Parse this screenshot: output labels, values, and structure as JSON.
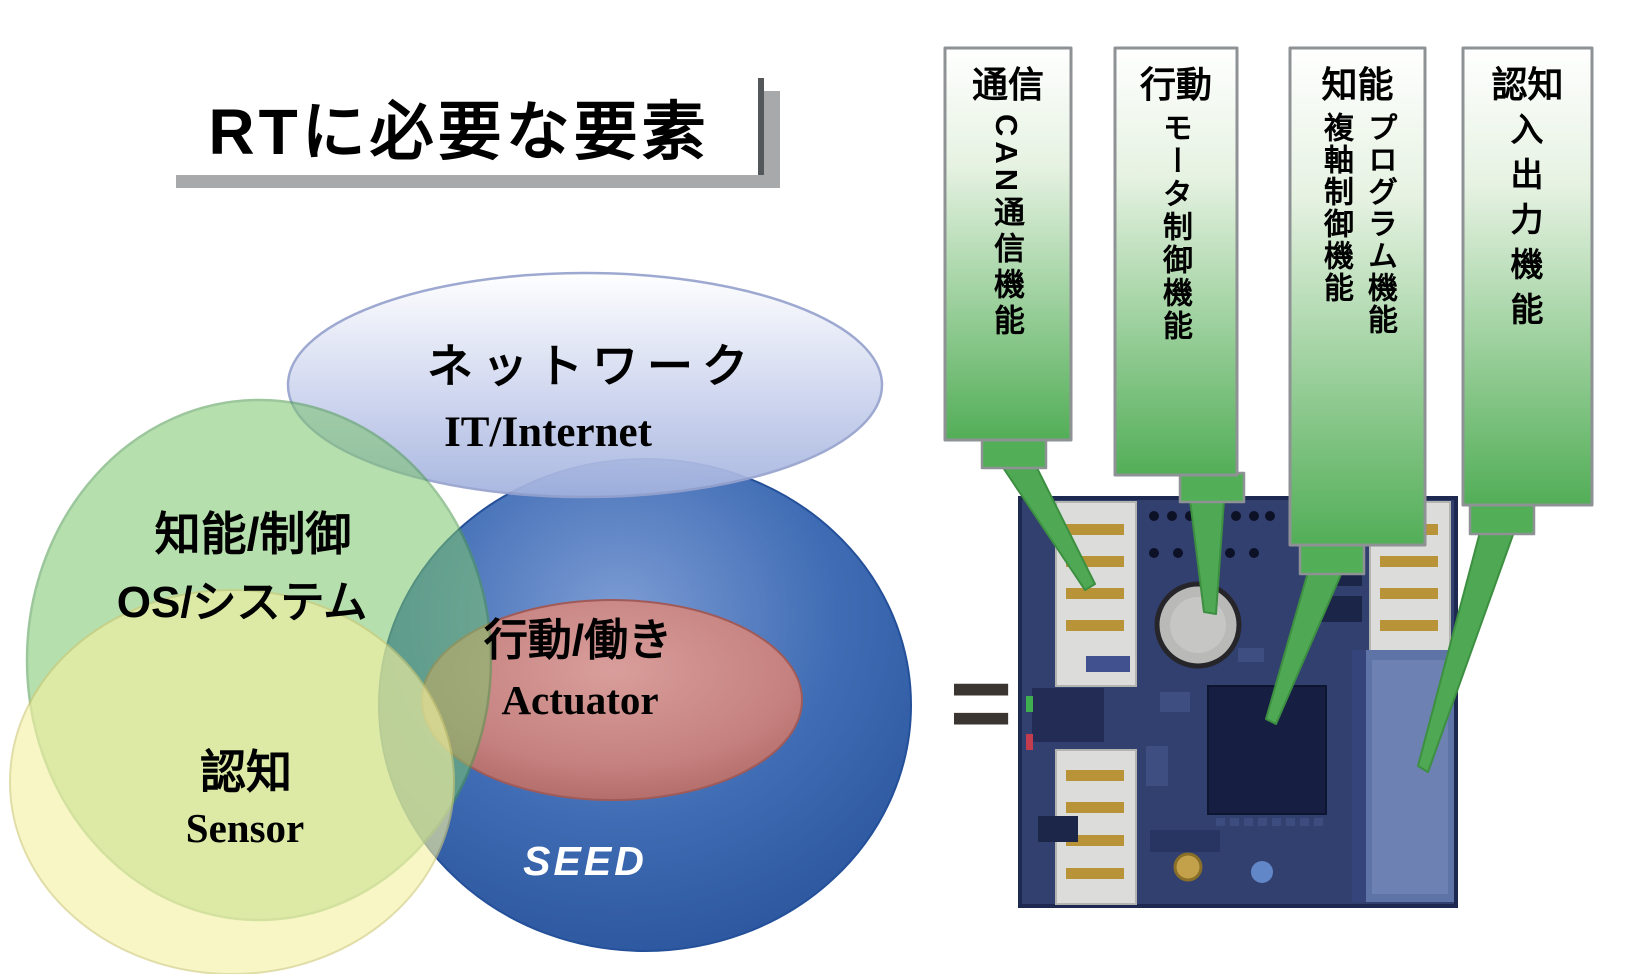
{
  "title": "RTに必要な要素",
  "venn": {
    "circles": [
      {
        "id": "network",
        "label": "ネットワーク",
        "sublabel": "IT/Internet",
        "color": "#aab9e4"
      },
      {
        "id": "intelligence",
        "label": "知能/制御",
        "sublabel": "OS/システム",
        "color": "#7cc56c"
      },
      {
        "id": "recognition",
        "label": "認知",
        "sublabel": "Sensor",
        "color": "#f6f2a2"
      },
      {
        "id": "action",
        "label": "行動/働き",
        "sublabel": "Actuator",
        "color": "#c98583"
      },
      {
        "id": "platform",
        "label": "SEED",
        "sublabel": "",
        "color": "#3868b0"
      }
    ]
  },
  "equals": "=",
  "board_tags": [
    {
      "header": "通信",
      "function": "CAN通信機能",
      "function2": ""
    },
    {
      "header": "行動",
      "function": "モータ制御機能",
      "function2": ""
    },
    {
      "header": "知能",
      "function": "プログラム機能",
      "function2": "複軸制御機能"
    },
    {
      "header": "認知",
      "function": "入出力機能",
      "function2": ""
    }
  ],
  "colors": {
    "tag_green": "#52ae57",
    "board_navy": "#31406f",
    "equals_gray": "#3b3531",
    "title_shadow": "#a7a9ab"
  }
}
